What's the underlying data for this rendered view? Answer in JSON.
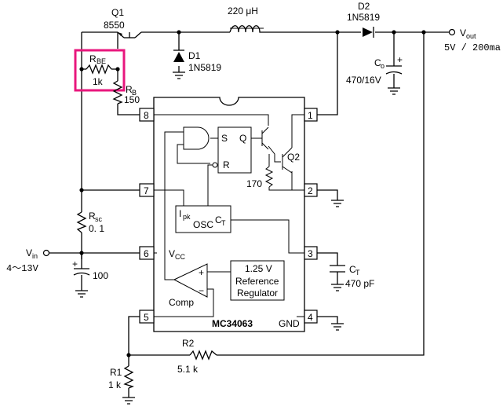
{
  "components": {
    "q1": {
      "ref": "Q1",
      "part": "8550"
    },
    "inductor": {
      "value": "220 μH"
    },
    "d2": {
      "ref": "D2",
      "part": "1N5819"
    },
    "d1": {
      "ref": "D1",
      "part": "1N5819"
    },
    "rbe": {
      "ref": "R",
      "sub": "BE",
      "value": "1k"
    },
    "rb": {
      "ref": "R",
      "sub": "B",
      "value": "150"
    },
    "co": {
      "ref": "C",
      "sub": "o",
      "value": "470/16V"
    },
    "rsc": {
      "ref": "R",
      "sub": "sc",
      "value": "0. 1"
    },
    "cin": {
      "value": "100"
    },
    "ct": {
      "ref": "C",
      "sub": "T",
      "value": "470 pF"
    },
    "r2": {
      "ref": "R2",
      "value": "5.1 k"
    },
    "r1": {
      "ref": "R1",
      "value": "1 k"
    },
    "r170": {
      "value": "170"
    },
    "q2": {
      "ref": "Q2"
    }
  },
  "ic": {
    "name": "MC34063",
    "pins": [
      "1",
      "2",
      "3",
      "4",
      "5",
      "6",
      "7",
      "8"
    ],
    "labels": {
      "vcc": "V",
      "vcc_sub": "CC",
      "comp": "Comp",
      "gnd": "GND",
      "ipk": "I",
      "ipk_sub": "pk",
      "osc": "OSC",
      "ct": "C",
      "ct_sub": "T",
      "s": "S",
      "q": "Q",
      "r": "R",
      "plus": "+",
      "minus": "−",
      "ref_line1": "1.25 V",
      "ref_line2": "Reference",
      "ref_line3": "Regulator"
    }
  },
  "terminals": {
    "vout_label": "V",
    "vout_sub": "out",
    "vout_spec": "5V / 200ma",
    "vin_label": "V",
    "vin_sub": "in",
    "vin_range": "4～13V"
  },
  "highlight_color": "#e8177d"
}
